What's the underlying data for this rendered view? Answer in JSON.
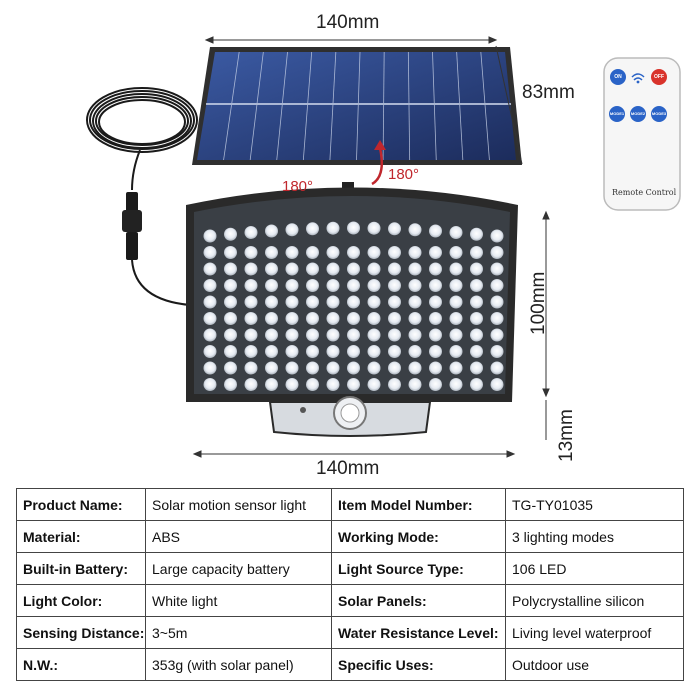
{
  "dimensions": {
    "panel_width": "140mm",
    "panel_height": "83mm",
    "lamp_width": "140mm",
    "lamp_height": "100mm",
    "sensor_height": "13mm",
    "rotate_left": "180°",
    "rotate_right": "180°"
  },
  "remote": {
    "label": "Remote Control",
    "on": "ON",
    "off": "OFF",
    "mode1": "MODE1",
    "mode2": "MODE2",
    "mode3": "MODE3"
  },
  "specs": [
    {
      "k1": "Product Name:",
      "v1": "Solar motion sensor light",
      "k2": "Item Model Number:",
      "v2": "TG-TY01035"
    },
    {
      "k1": "Material:",
      "v1": "ABS",
      "k2": "Working Mode:",
      "v2": "3 lighting modes"
    },
    {
      "k1": "Built-in Battery:",
      "v1": "Large capacity battery",
      "k2": "Light Source Type:",
      "v2": "106 LED"
    },
    {
      "k1": "Light Color:",
      "v1": "White light",
      "k2": "Solar Panels:",
      "v2": "Polycrystalline silicon"
    },
    {
      "k1": "Sensing Distance:",
      "v1": "3~5m",
      "k2": "Water Resistance Level:",
      "v2": "Living level waterproof"
    },
    {
      "k1": "N.W.:",
      "v1": "353g (with solar panel)",
      "k2": "Specific Uses:",
      "v2": "Outdoor use"
    }
  ],
  "colors": {
    "panel_cell": "#2a3f78",
    "frame": "#2b2b2b",
    "led": "#f4f7fb",
    "arrow": "#c0272d",
    "remote_on": "#2a63c7",
    "remote_off": "#d9332b"
  }
}
